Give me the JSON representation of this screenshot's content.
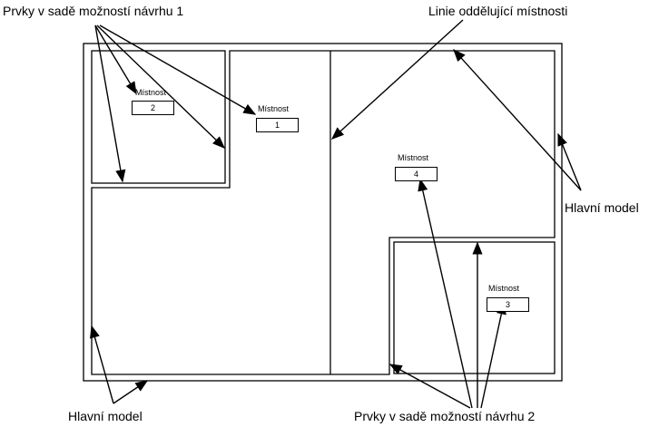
{
  "callouts": {
    "options_set_1": "Prvky v sadě možností návrhu 1",
    "room_separation_line": "Linie oddělující místnosti",
    "main_model_right": "Hlavní model",
    "main_model_bottom": "Hlavní model",
    "options_set_2": "Prvky v sadě možností návrhu 2"
  },
  "rooms": [
    {
      "label": "Místnost",
      "number": "1"
    },
    {
      "label": "Místnost",
      "number": "2"
    },
    {
      "label": "Místnost",
      "number": "3"
    },
    {
      "label": "Místnost",
      "number": "4"
    }
  ]
}
